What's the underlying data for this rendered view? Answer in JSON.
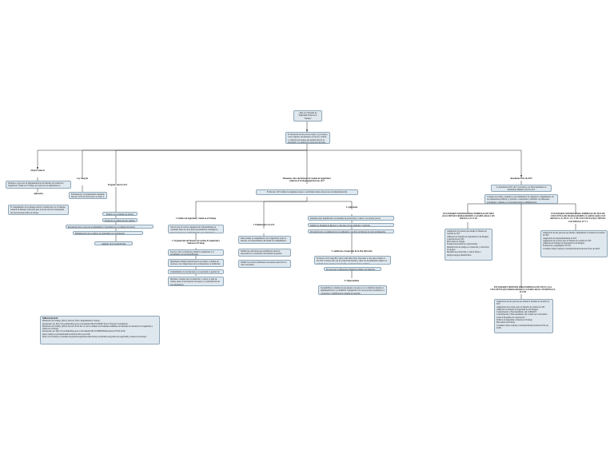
{
  "root": "¿Qué es el Sistema de Seguridad Salud en el Trabajo?",
  "definition": "Es desarrollo de un proceso lógico y por etapas, con el objetivo de anticipar, reconocer, evaluar y controlar los riesgos que puedan afectar la seguridad y la salud en los espacios laborales.",
  "branches": {
    "objeto": "Objeto General",
    "objeto_text": "Establece el proceso de Implementación del Sistema de Gestión de Seguridad y Salud en el Trabajo por parte de los empleadores y contratantes.",
    "aplicacion": "Aplicación",
    "aplicacion_text": "El cumplimiento de su manejo efectivo establecido por el Sistema General de Riesgos Laborales para la protección de la integridad del personal que realiza el trabajo.",
    "ley": "Ley Integral",
    "ley_text": "Enfermedad y Accidentalidad: mediante Decreto 1072 de 2015 (Libro 2, Parte 2, Título 4, Capítulo 6)",
    "proposito": "Propósito del SG-SST",
    "proposito_items": [
      "Reducir los accidentes de trabajo",
      "Promover la cultura de auto cuidado",
      "Prevención de los casos de accidentalidad y mortalidad por accidentes de trabajo",
      "Minimización de los índices de ausentismo por enfermedad",
      "Aumento de la productividad"
    ],
    "elementos": "Elementos clave del Sistema de Gestión de Seguridad y Salud en el Trabajo según Decreto 1072",
    "elementos_text": "El Decreto 1072 define las siguientes etapas o actividades dentro del proceso de implementación",
    "politica": "1. Política de Seguridad y Salud en el Trabajo",
    "politica_items": [
      "Será la base de toda la organización. Principalmente su contenido debe ser de la parte de parámetros estratégicos, tener acuerdos y su establecimiento a los trabajadores."
    ],
    "organizacion": "2. Organización del Sistema de Gestión de Seguridad y Salud en el Trabajo",
    "organizacion_items": [
      "Llevar a cabo la obtención, definir la asignación y el seguimiento de responsabilidades.",
      "Igualmente también deberán hacer un estudio y análisis de recursos y las obligaciones de los trabajadores, la definición de tareas.",
      "Cumplimiento de las funciones a la autoridad, la gestión de peligros y riesgos",
      "Medidas a adoptar para la medición y control, el plan de trabajo anual, la prevención de riesgos y la participación de los trabajadores."
    ],
    "planificacion": "3. Planificación SG-SST",
    "planificacion_items": [
      "Debe asumir el cumplimiento de la legislación sobre la materia, el fortalecimiento del diseño de cumplimiento.",
      "Definir las estructuras que establezcan entre las expectativas los resultados del sistema de gestión.",
      "Definir los recursos financieros necesarios para llevar a cabo esas metas."
    ],
    "aplicacion4": "4. Aplicación",
    "aplicacion4_items": [
      "Deberían estar identificados los medidas de prevención y control con carácter previo.",
      "Definir los Sistemas de Riesgos y cada uno con sus medidas y controles.",
      "Prevención edo, se establecerá si es pertinente y que dice en Decreto de cada organización."
    ],
    "auditorias": "5. Auditorías e Inspección de la Alta Dirección",
    "auditorias_items": [
      "El decreto 1072 específica que la Alta Dirección, debe tener a cabo una revisión al SG-SST al menos una vez de evaluación durante y debe ser documentada, implica la revisión de los recursos para dar fin, a seguir la mejora continua.",
      "En este paso la diferencias también el número de auditoría."
    ],
    "mejoramiento": "6. Mejoramiento",
    "mejoramiento_items": [
      "Sostenibilizar y analizar las propuestas con que se va a confirmar durante la implementación y su definitiva conjugación con otros procesos normativos y correctivos y planificación conjunta en relación."
    ],
    "resolucion": "Resolución 0312 de 2019",
    "resolucion_text": "La Resolución 0312 del 13 de febrero de 2019 determina los Estándares Mínimos del SG-SST",
    "resolucion_text2": "Consiste en normas, requisitos y procedimientos de obligatorio cumplimiento de los empleadores públicos y privados, contratantes y afiliados con diferentes actividades y Sistema y su capacidad técnico administrativa.",
    "estandar1": "ESTÁNDARES MÍNIMOS PARA EMPRESAS DE DIEZ (10) O MENOS TRABAJADORES CLASIFICADAS CON RIESGO I, II O III",
    "estandar1_items": [
      "Asignación de persona que diseñe el Sistema de Gestión de SST",
      "Afiliación al Sistema de Seguridad Social Integral",
      "Capacitación en SST",
      "Plan anual de Trabajo",
      "Evaluaciones médicas ocupacionales",
      "Identificación de peligros, evaluación y valoración de riesgos",
      "Medidas de prevención y control frente a peligros/riesgos identificados"
    ],
    "estandar2": "ESTÁNDARES MÍNIMOS PARA EMPRESAS DE ONCE (11) A CINCUENTA (50) TRABAJADORES CLASIFICADAS CON RIESGO I, II O III",
    "estandar2_items": [
      "Asignación de una persona que diseñe el Sistema de Gestión de SST",
      "Asignación de recursos para el Sistema de Gestión en SST",
      "Afiliación al Sistema de Seguridad Social Integral",
      "Conformación y Funcionamiento del COPASST",
      "Conformación y Funcionamiento del Comité de Convivencia Laboral Programa de capacitación",
      "Política de Seguridad y Salud en el Trabajo",
      "Plan Anual de Trabajo",
      "Consultar: https://safetya.co/normatividad/resolucion-0312-de-2019/"
    ],
    "estandar3": "ESTÁNDARES MÍNIMOS PARA EMPRESAS DE MÁS DE CINCUENTA (50) TRABAJADORES CLASIFICADAS CON RIESGO I, II, III, IV O V Y DE CINCUENTA (50) O MENOS CON RIESGO IV Y V",
    "estandar3_items": [
      "Asignación de una persona que diseñe e implemente el Sistema de Gestión de SST",
      "Asignación de responsabilidades en SST",
      "Asignación de recursos para el Sistema de Gestión en SST",
      "Afiliación al Sistema de Seguridad Social Integral",
      "Evaluación y seguimiento en SST",
      "Consultar: https://safetya.co/normatividad/resolucion-0312-de-2019/"
    ]
  },
  "bibliography": {
    "title": "BIBLIOGRAFÍA",
    "lines": [
      "Ministerio del Trabajo (2015). Decreto Único Reglamentario Trabajo.",
      "Recuperado de: http://www.mintrabajo.gov.co/documents/20147/0/DUR+Sector+Trabajo+Actualizado.",
      "Ministerio del Trabajo (2019). Decreto 0312 Por la cual se definen los Estándares Mínimos del Sistema de Gestión de la Seguridad y Salud en el Trabajo.",
      "Recuperado de: http://www.mintrabajo.gov.co/documents/20147/59995826/Resolucion+0312-2019-",
      "https://safetya.co/normatividad/resolucion-0312-de-2019/",
      "https://www.safetya.co/sistema-de-gestion/seguridad-salud-trabajo-sst/sistema-de-gestion-de-seguridad-y-salud-en-el-trabajo/"
    ]
  }
}
